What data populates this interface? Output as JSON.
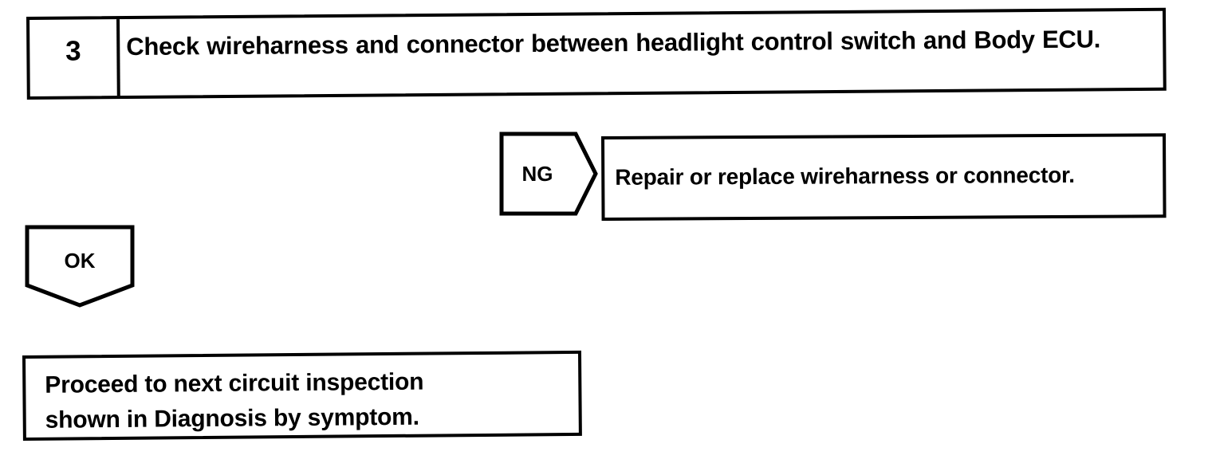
{
  "diagram": {
    "type": "troubleshooting-flowchart",
    "line_color": "#000000",
    "background_color": "#ffffff",
    "step": {
      "number": "3",
      "instruction": "Check wireharness and connector between headlight control switch and Body ECU."
    },
    "branch_ng": {
      "label": "NG",
      "shape": "right-arrow-pentagon",
      "result_text": "Repair or replace wireharness or connector."
    },
    "branch_ok": {
      "label": "OK",
      "shape": "down-arrow-pentagon",
      "result_line1": "Proceed to next circuit inspection",
      "result_line2": "shown  in Diagnosis by symptom."
    }
  }
}
